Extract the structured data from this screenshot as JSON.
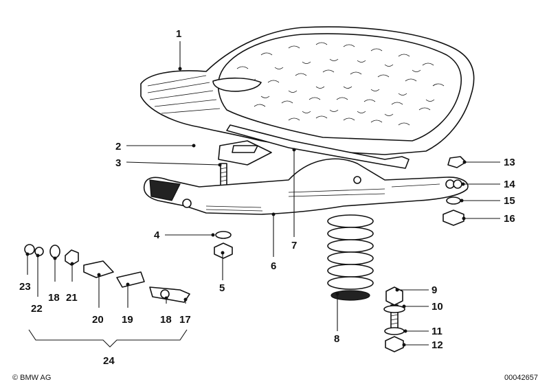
{
  "callouts": [
    {
      "id": "1",
      "label": "1"
    },
    {
      "id": "2",
      "label": "2"
    },
    {
      "id": "3",
      "label": "3"
    },
    {
      "id": "4",
      "label": "4"
    },
    {
      "id": "5",
      "label": "5"
    },
    {
      "id": "6",
      "label": "6"
    },
    {
      "id": "7",
      "label": "7"
    },
    {
      "id": "8",
      "label": "8"
    },
    {
      "id": "9",
      "label": "9"
    },
    {
      "id": "10",
      "label": "10"
    },
    {
      "id": "11",
      "label": "11"
    },
    {
      "id": "12",
      "label": "12"
    },
    {
      "id": "13",
      "label": "13"
    },
    {
      "id": "14",
      "label": "14"
    },
    {
      "id": "15",
      "label": "15"
    },
    {
      "id": "16",
      "label": "16"
    },
    {
      "id": "17",
      "label": "17"
    },
    {
      "id": "18a",
      "label": "18"
    },
    {
      "id": "18b",
      "label": "18"
    },
    {
      "id": "19",
      "label": "19"
    },
    {
      "id": "20",
      "label": "20"
    },
    {
      "id": "21",
      "label": "21"
    },
    {
      "id": "22",
      "label": "22"
    },
    {
      "id": "23",
      "label": "23"
    },
    {
      "id": "24",
      "label": "24"
    }
  ],
  "footer": {
    "copyright": "© BMW AG",
    "drawing_number": "00042657"
  }
}
